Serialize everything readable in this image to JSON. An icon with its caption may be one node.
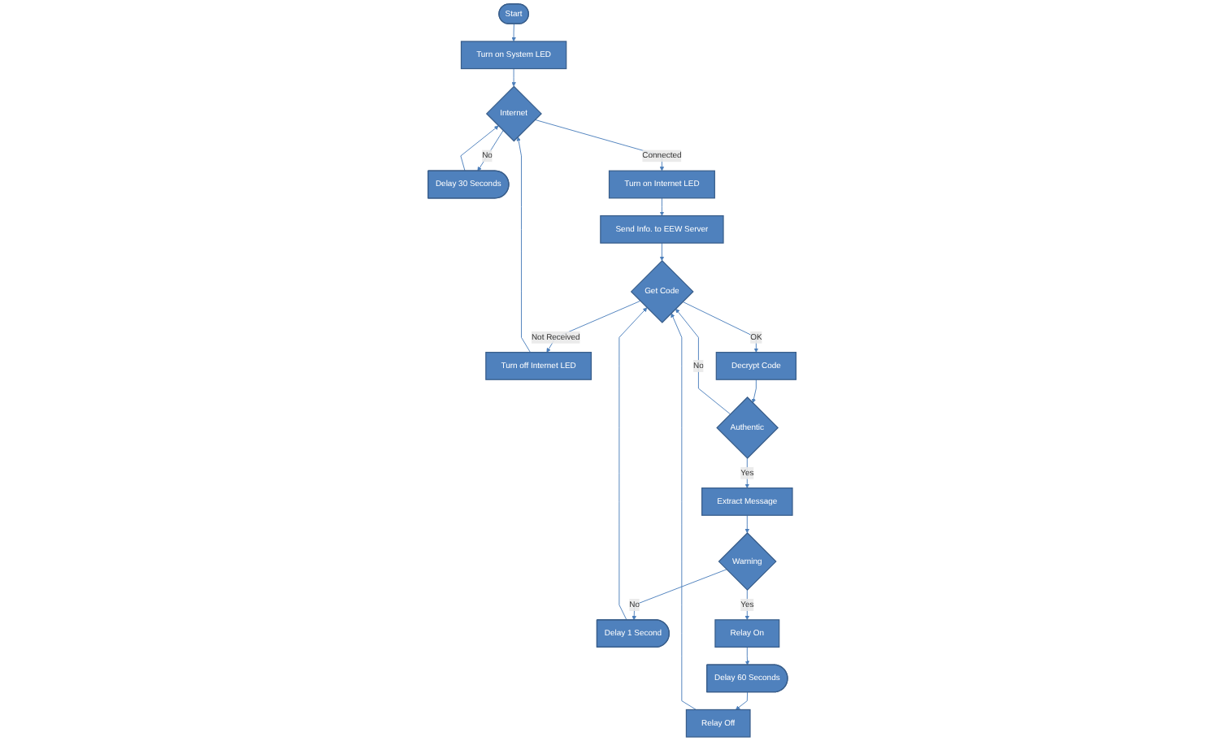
{
  "diagram": {
    "nodes": [
      {
        "text": [
          "Start"
        ]
      },
      {
        "text": [
          "Turn on System LED"
        ]
      },
      {
        "text": [
          "Internet"
        ]
      },
      {
        "text": [
          "Delay 30 Seconds"
        ]
      },
      {
        "text": [
          "Turn off Internet LED"
        ]
      },
      {
        "text": [
          "Turn on Internet LED"
        ]
      },
      {
        "text": [
          "Send Info. to EEW Server"
        ]
      },
      {
        "text": [
          "Relay Off"
        ]
      },
      {
        "text": [
          "Delay 60 Seconds"
        ]
      },
      {
        "text": [
          "Get Code"
        ]
      },
      {
        "text": [
          "Decrypt Code"
        ]
      },
      {
        "text": [
          "Delay 1 Second"
        ]
      },
      {
        "text": [
          "Relay On"
        ]
      },
      {
        "text": [
          "Authentic"
        ]
      },
      {
        "text": [
          "Warning"
        ]
      },
      {
        "text": [
          "Extract Message"
        ]
      }
    ],
    "edges": [
      {
        "from": 0,
        "to": 1,
        "arrow": "to"
      },
      {
        "from": 1,
        "to": 2,
        "arrow": "to"
      },
      {
        "from": 2,
        "to": 3,
        "label": "No",
        "arrow": "to"
      },
      {
        "from": 2,
        "to": 5,
        "label": "Connected",
        "arrow": "to"
      },
      {
        "from": 3,
        "to": 2,
        "arrow": "to"
      },
      {
        "from": 4,
        "to": 2,
        "arrow": "to"
      },
      {
        "from": 5,
        "to": 6,
        "arrow": "to"
      },
      {
        "from": 6,
        "to": 9,
        "arrow": "to"
      },
      {
        "from": 7,
        "to": 9,
        "arrow": "to"
      },
      {
        "from": 11,
        "to": 9,
        "arrow": "to"
      },
      {
        "from": 9,
        "to": 10,
        "label": "OK",
        "arrow": "to"
      },
      {
        "from": 9,
        "to": 4,
        "label": "Not  Received",
        "arrow": "to"
      },
      {
        "from": 10,
        "to": 13,
        "arrow": "to"
      },
      {
        "from": 13,
        "to": 9,
        "label": "No",
        "arrow": "to"
      },
      {
        "from": 13,
        "to": 15,
        "label": "Yes",
        "arrow": "to"
      },
      {
        "from": 15,
        "to": 14,
        "arrow": "to"
      },
      {
        "from": 14,
        "to": 11,
        "label": "No",
        "arrow": "to"
      },
      {
        "from": 14,
        "to": 12,
        "label": "Yes",
        "arrow": "to"
      },
      {
        "from": 12,
        "to": 8,
        "arrow": "to"
      },
      {
        "from": 8,
        "to": 7,
        "arrow": "to"
      }
    ]
  }
}
